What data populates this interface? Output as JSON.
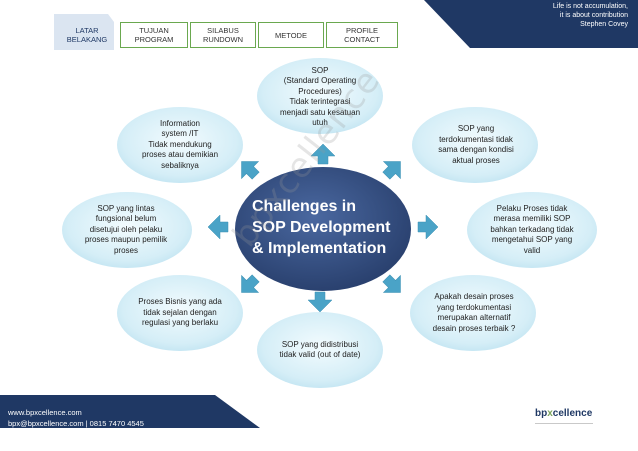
{
  "nav": {
    "tabs": [
      {
        "label": "LATAR\nBELAKANG",
        "active": true
      },
      {
        "label": "TUJUAN\nPROGRAM"
      },
      {
        "label": "SILABUS\nRUNDOWN"
      },
      {
        "label": "METODE"
      },
      {
        "label": "PROFILE\nCONTACT"
      }
    ],
    "quote": {
      "line1": "Life is not accumulation,",
      "line2": "it is about contribution",
      "author": "Stephen Covey"
    }
  },
  "center": {
    "line1": "Challenges in",
    "line2": "SOP Development",
    "line3": "& Implementation"
  },
  "bubbles": [
    {
      "lines": [
        "SOP",
        "(Standard Operating",
        "Procedures)",
        "Tidak terintegrasi",
        "menjadi satu kesatuan",
        "utuh"
      ]
    },
    {
      "lines": [
        "SOP  yang",
        "terdokumentasi tidak",
        "sama dengan kondisi",
        "aktual proses"
      ]
    },
    {
      "lines": [
        "Pelaku Proses tidak",
        "merasa memiliki  SOP",
        "bahkan terkadang tidak",
        "mengetahui SOP yang",
        "valid"
      ]
    },
    {
      "lines": [
        "Apakah desain proses",
        "yang terdokumentasi",
        "merupakan alternatif",
        "desain proses terbaik ?"
      ]
    },
    {
      "lines": [
        "SOP yang didistribusi",
        "tidak valid (out of date)"
      ]
    },
    {
      "lines": [
        "Proses Bisnis yang ada",
        "tidak  sejalan dengan",
        "regulasi yang berlaku"
      ]
    },
    {
      "lines": [
        "SOP yang lintas",
        "fungsional belum",
        "disetujui oleh pelaku",
        "proses maupun pemilik",
        "proses"
      ]
    },
    {
      "lines": [
        "Information",
        "system /IT",
        "Tidak mendukung",
        "proses atau demikian",
        "sebaliknya"
      ]
    }
  ],
  "watermark": "bpxcellence",
  "footer": {
    "website": "www.bpxcellence.com",
    "contact": "bpx@bpxcellence.com | 0815 7470 4545"
  },
  "logo": {
    "prefix": "bp",
    "mark": "x",
    "suffix": "cellence"
  },
  "colors": {
    "navy": "#1f3864",
    "bubble": "#d5eef7",
    "center": "#2f4a7d",
    "arrow": "#4aa3c7"
  }
}
